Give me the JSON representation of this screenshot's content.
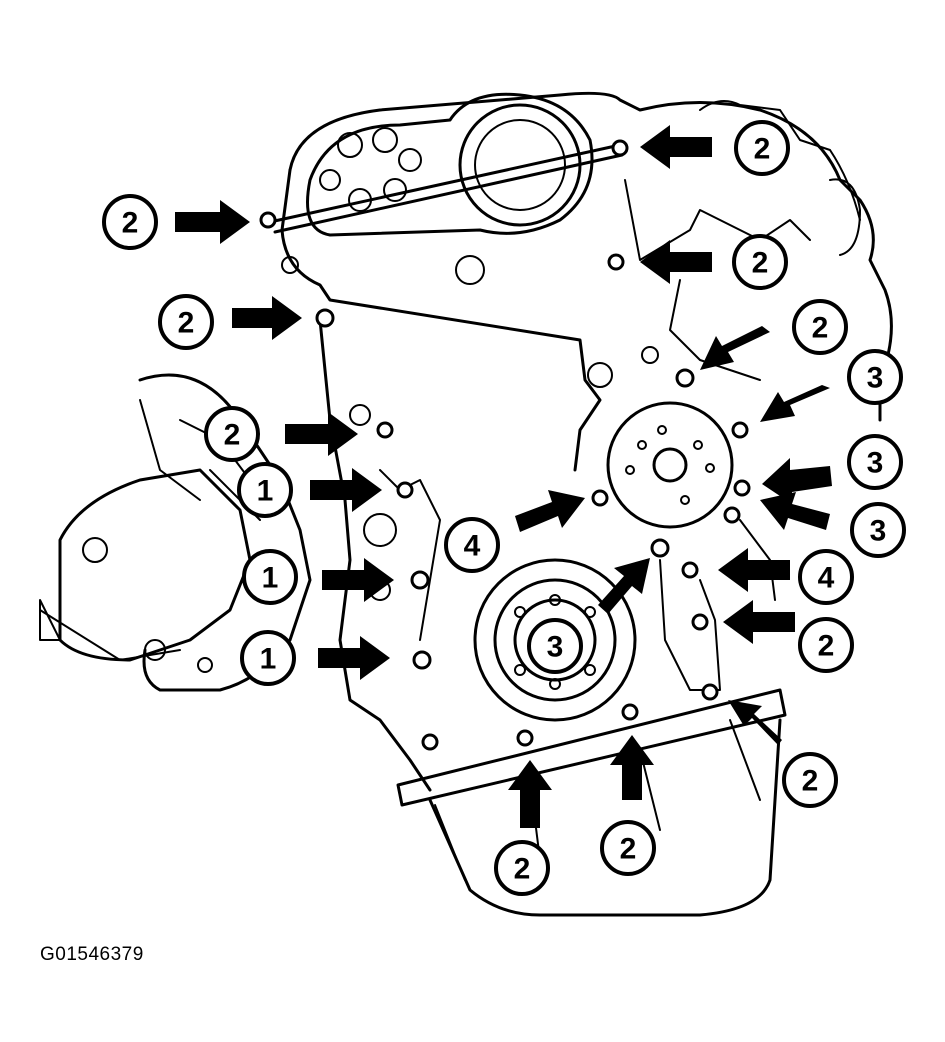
{
  "figure_id": "G01546379",
  "callouts": [
    {
      "label": "2"
    },
    {
      "label": "2"
    },
    {
      "label": "2"
    },
    {
      "label": "2"
    },
    {
      "label": "2"
    },
    {
      "label": "2"
    },
    {
      "label": "3"
    },
    {
      "label": "3"
    },
    {
      "label": "3"
    },
    {
      "label": "1"
    },
    {
      "label": "4"
    },
    {
      "label": "1"
    },
    {
      "label": "4"
    },
    {
      "label": "1"
    },
    {
      "label": "3"
    },
    {
      "label": "2"
    },
    {
      "label": "2"
    },
    {
      "label": "2"
    },
    {
      "label": "2"
    }
  ]
}
